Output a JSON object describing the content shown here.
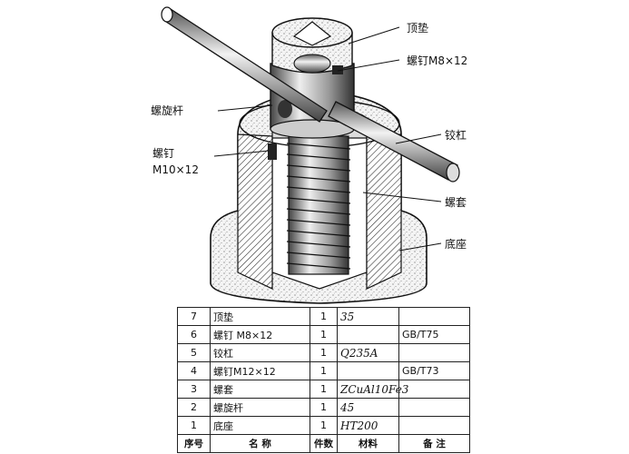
{
  "labels": {
    "top_pad": "顶垫",
    "screw_m8": "螺钉M8×12",
    "screw_rod": "螺旋杆",
    "screw_m10_a": "螺钉",
    "screw_m10_b": "M10×12",
    "iron_bar": "铰杠",
    "nut": "螺套",
    "base": "底座"
  },
  "bom": {
    "rows": [
      {
        "no": "7",
        "name": "顶垫",
        "qty": "1",
        "material": "35",
        "remark": ""
      },
      {
        "no": "6",
        "name": "螺钉 M8×12",
        "qty": "1",
        "material": "",
        "remark": "GB/T75"
      },
      {
        "no": "5",
        "name": "铰杠",
        "qty": "1",
        "material": "Q235A",
        "remark": ""
      },
      {
        "no": "4",
        "name": "螺钉M12×12",
        "qty": "1",
        "material": "",
        "remark": "GB/T73"
      },
      {
        "no": "3",
        "name": "螺套",
        "qty": "1",
        "material": "ZCuAl10Fe3",
        "remark": ""
      },
      {
        "no": "2",
        "name": "螺旋杆",
        "qty": "1",
        "material": "45",
        "remark": ""
      },
      {
        "no": "1",
        "name": "底座",
        "qty": "1",
        "material": "HT200",
        "remark": ""
      }
    ],
    "header": {
      "no": "序号",
      "name": "名  称",
      "qty": "件数",
      "material": "材料",
      "remark": "备  注"
    }
  }
}
